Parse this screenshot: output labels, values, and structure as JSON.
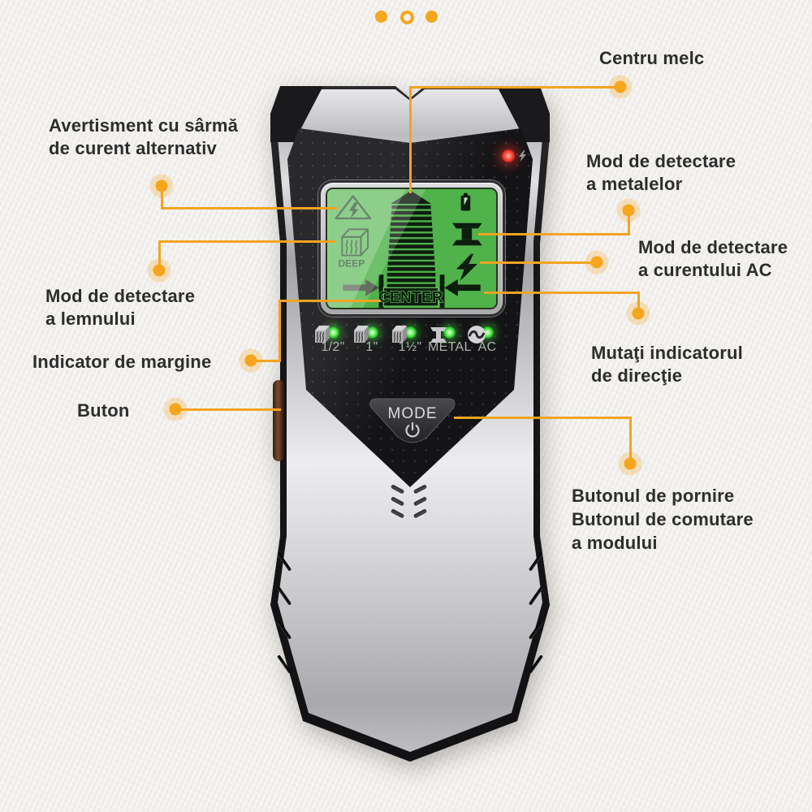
{
  "colors": {
    "accent_orange": "#f6a51c",
    "lcd_green": "#4fb24a",
    "lcd_light_green": "#a6ce9a",
    "led_green": "#35d435",
    "alert_red": "#e02417",
    "label_text": "#2d2d2d"
  },
  "decor": {
    "dots": [
      "filled",
      "outline",
      "filled"
    ]
  },
  "annotations": {
    "centru_melc": {
      "text": "Centru melc"
    },
    "avertisment": {
      "line1": "Avertisment cu sârmă",
      "line2": "de curent alternativ"
    },
    "metal_mode": {
      "line1": "Mod de detectare",
      "line2": "a metalelor"
    },
    "ac_mode": {
      "line1": "Mod de detectare",
      "line2": "a curentului AC"
    },
    "wood_mode": {
      "line1": "Mod de detectare",
      "line2": "a lemnului"
    },
    "edge_indicator": {
      "text": "Indicator de margine"
    },
    "direction_indicator": {
      "line1": "Mutaţi indicatorul",
      "line2": "de direcţie"
    },
    "side_button": {
      "text": "Buton"
    },
    "power_mode_button": {
      "line1": "Butonul de pornire",
      "line2": "Butonul de comutare",
      "line3": "a modului"
    }
  },
  "device": {
    "screen": {
      "center_label": "CENTER",
      "deep_label": "DEEP"
    },
    "led_row": [
      {
        "icon": "stud-cube-icon",
        "label": "1/2\""
      },
      {
        "icon": "stud-cube-icon",
        "label": "1\""
      },
      {
        "icon": "stud-cube-icon",
        "label": "1½\""
      },
      {
        "icon": "metal-beam-icon",
        "label": "METAL"
      },
      {
        "icon": "ac-wave-icon",
        "label": "AC"
      }
    ],
    "mode_button": {
      "label": "MODE",
      "icon": "power-icon"
    }
  }
}
